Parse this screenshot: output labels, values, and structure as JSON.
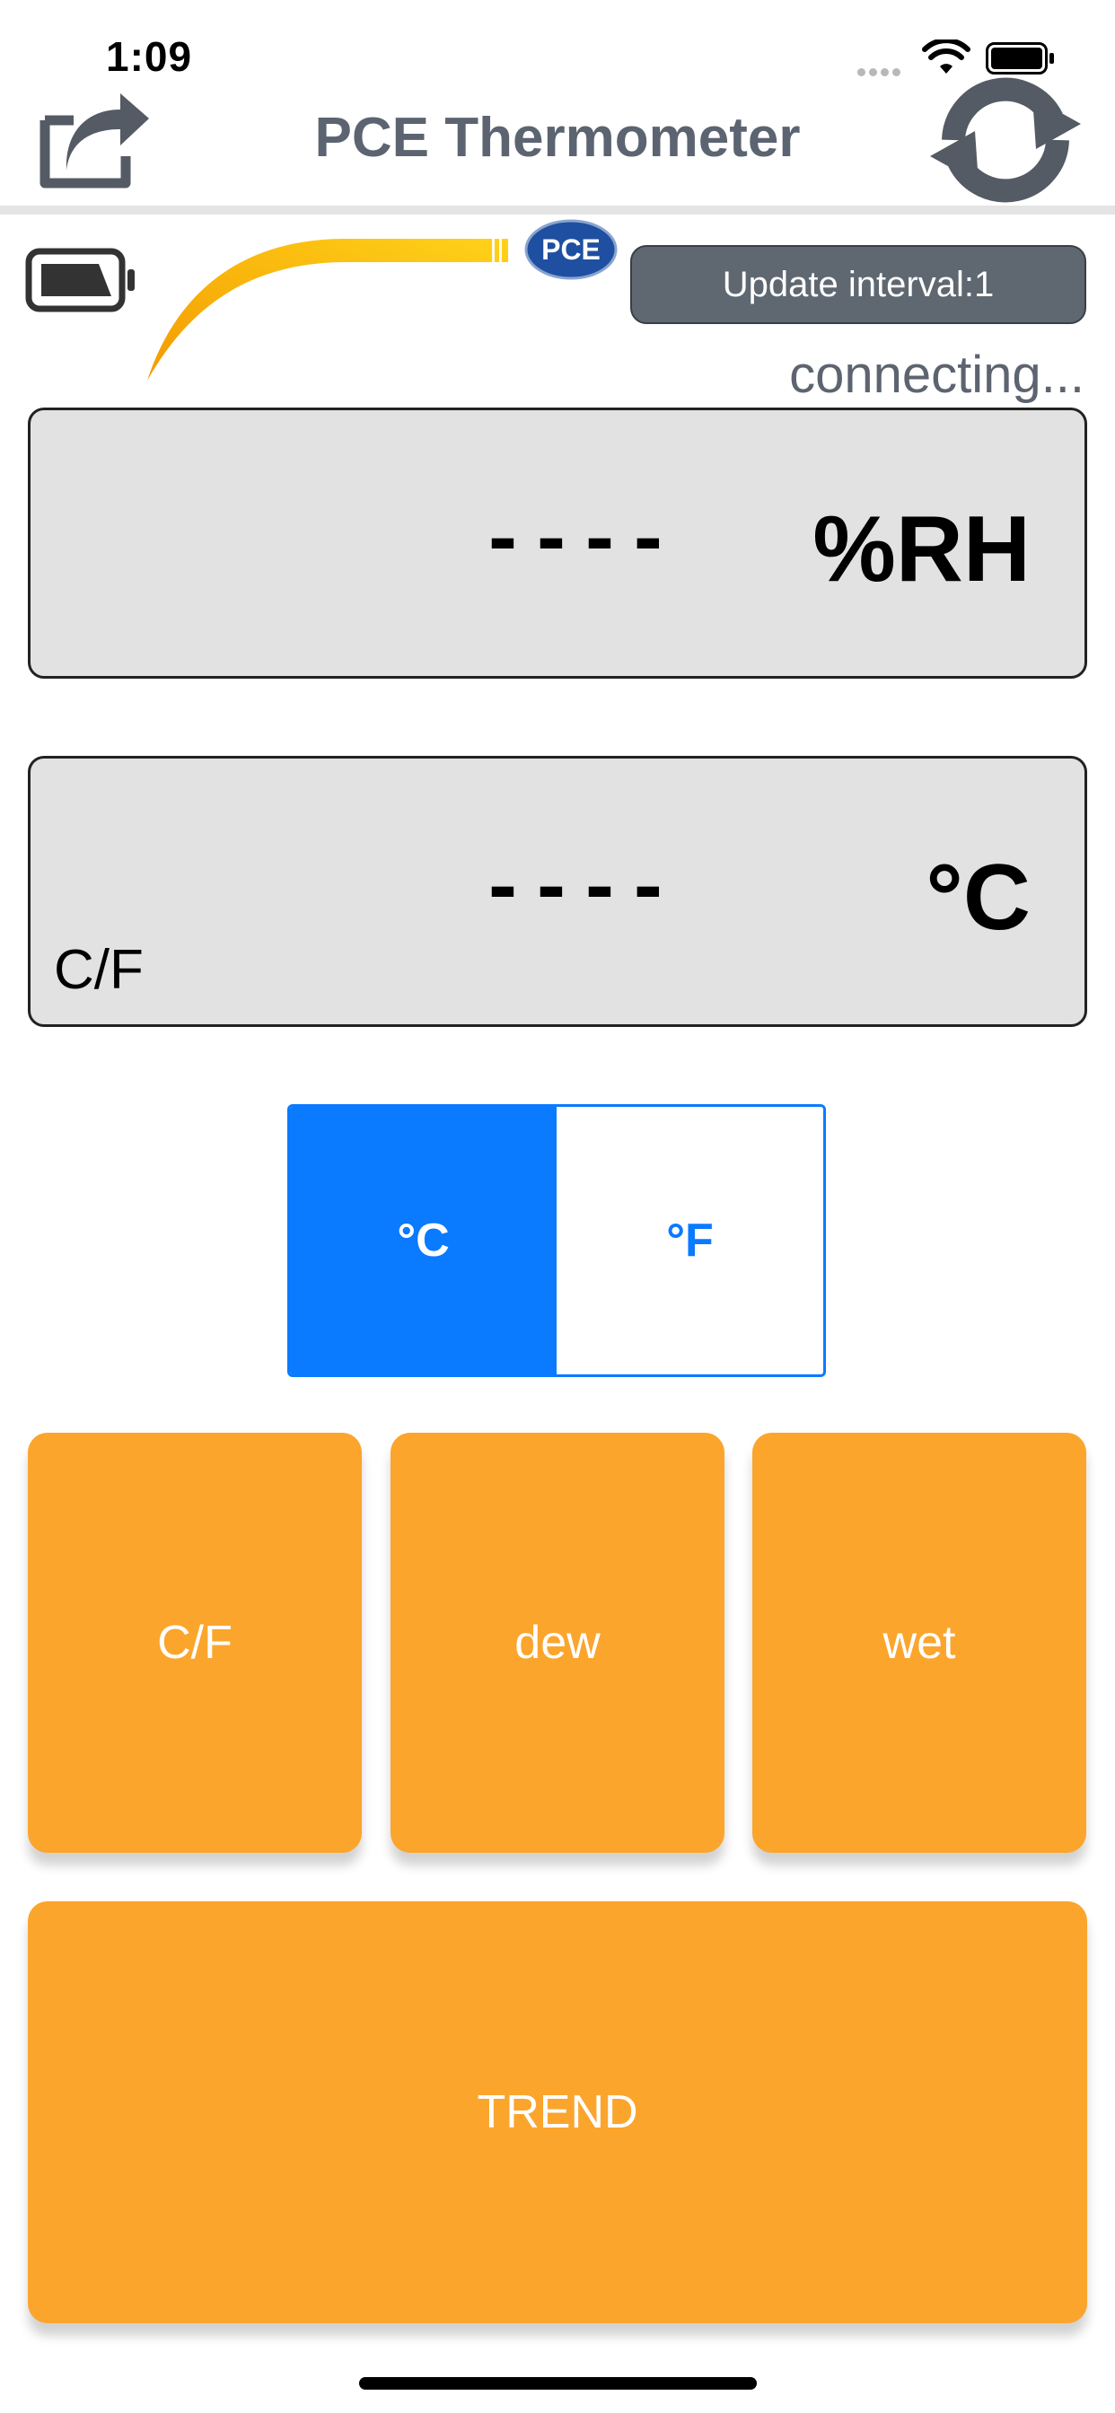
{
  "status_bar": {
    "time": "1:09"
  },
  "nav": {
    "title": "PCE Thermometer"
  },
  "device": {
    "logo_text": "PCE",
    "update_interval_label": "Update interval:1",
    "connection_status": "connecting..."
  },
  "humidity_panel": {
    "value": "----",
    "unit": "%RH"
  },
  "temperature_panel": {
    "value": "----",
    "unit": "°C",
    "mode_label": "C/F"
  },
  "unit_toggle": {
    "options": [
      {
        "label": "°C",
        "selected": true
      },
      {
        "label": "°F",
        "selected": false
      }
    ]
  },
  "buttons": {
    "cf": "C/F",
    "dew": "dew",
    "wet": "wet",
    "trend": "TREND"
  },
  "colors": {
    "accent_blue": "#0a7aff",
    "button_orange": "#fba52d",
    "panel_gray": "#e2e2e2",
    "title_gray": "#5b6470",
    "logo_arc_gold": "#f7b500"
  },
  "icons": {
    "share": "share-icon",
    "refresh": "refresh-icon",
    "battery": "battery-icon",
    "wifi": "wifi-icon"
  }
}
